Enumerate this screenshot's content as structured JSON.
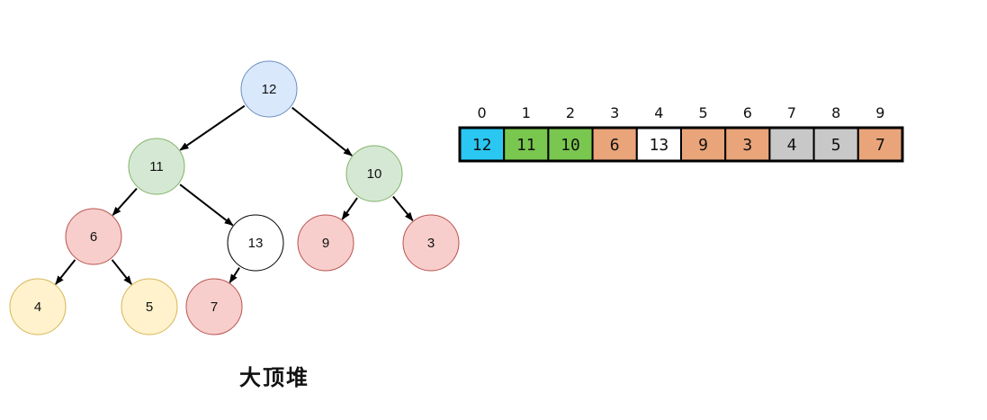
{
  "title": "大顶堆",
  "tree": {
    "nodes": [
      {
        "id": "n0",
        "label": "12",
        "fill": "#dae8fc",
        "stroke": "#6c8ebf"
      },
      {
        "id": "n1",
        "label": "11",
        "fill": "#d5e8d4",
        "stroke": "#82b366"
      },
      {
        "id": "n2",
        "label": "10",
        "fill": "#d5e8d4",
        "stroke": "#82b366"
      },
      {
        "id": "n3",
        "label": "6",
        "fill": "#f8cecc",
        "stroke": "#b85450"
      },
      {
        "id": "n4",
        "label": "13",
        "fill": "#ffffff",
        "stroke": "#000000"
      },
      {
        "id": "n5",
        "label": "9",
        "fill": "#f8cecc",
        "stroke": "#b85450"
      },
      {
        "id": "n6",
        "label": "3",
        "fill": "#f8cecc",
        "stroke": "#b85450"
      },
      {
        "id": "n7",
        "label": "4",
        "fill": "#fff2cc",
        "stroke": "#d6b656"
      },
      {
        "id": "n8",
        "label": "5",
        "fill": "#fff2cc",
        "stroke": "#d6b656"
      },
      {
        "id": "n9",
        "label": "7",
        "fill": "#f8cecc",
        "stroke": "#b85450"
      }
    ],
    "edges": [
      {
        "from": "n0",
        "to": "n1"
      },
      {
        "from": "n0",
        "to": "n2"
      },
      {
        "from": "n1",
        "to": "n3"
      },
      {
        "from": "n1",
        "to": "n4"
      },
      {
        "from": "n2",
        "to": "n5"
      },
      {
        "from": "n2",
        "to": "n6"
      },
      {
        "from": "n3",
        "to": "n7"
      },
      {
        "from": "n3",
        "to": "n8"
      },
      {
        "from": "n4",
        "to": "n9"
      }
    ]
  },
  "array": {
    "indices": [
      "0",
      "1",
      "2",
      "3",
      "4",
      "5",
      "6",
      "7",
      "8",
      "9"
    ],
    "cells": [
      {
        "value": "12",
        "fill": "#2ac7f3"
      },
      {
        "value": "11",
        "fill": "#7ac74f"
      },
      {
        "value": "10",
        "fill": "#7ac74f"
      },
      {
        "value": "6",
        "fill": "#e9a47a"
      },
      {
        "value": "13",
        "fill": "#ffffff"
      },
      {
        "value": "9",
        "fill": "#e9a47a"
      },
      {
        "value": "3",
        "fill": "#e9a47a"
      },
      {
        "value": "4",
        "fill": "#c8c8c8"
      },
      {
        "value": "5",
        "fill": "#c8c8c8"
      },
      {
        "value": "7",
        "fill": "#e9a47a"
      }
    ]
  }
}
